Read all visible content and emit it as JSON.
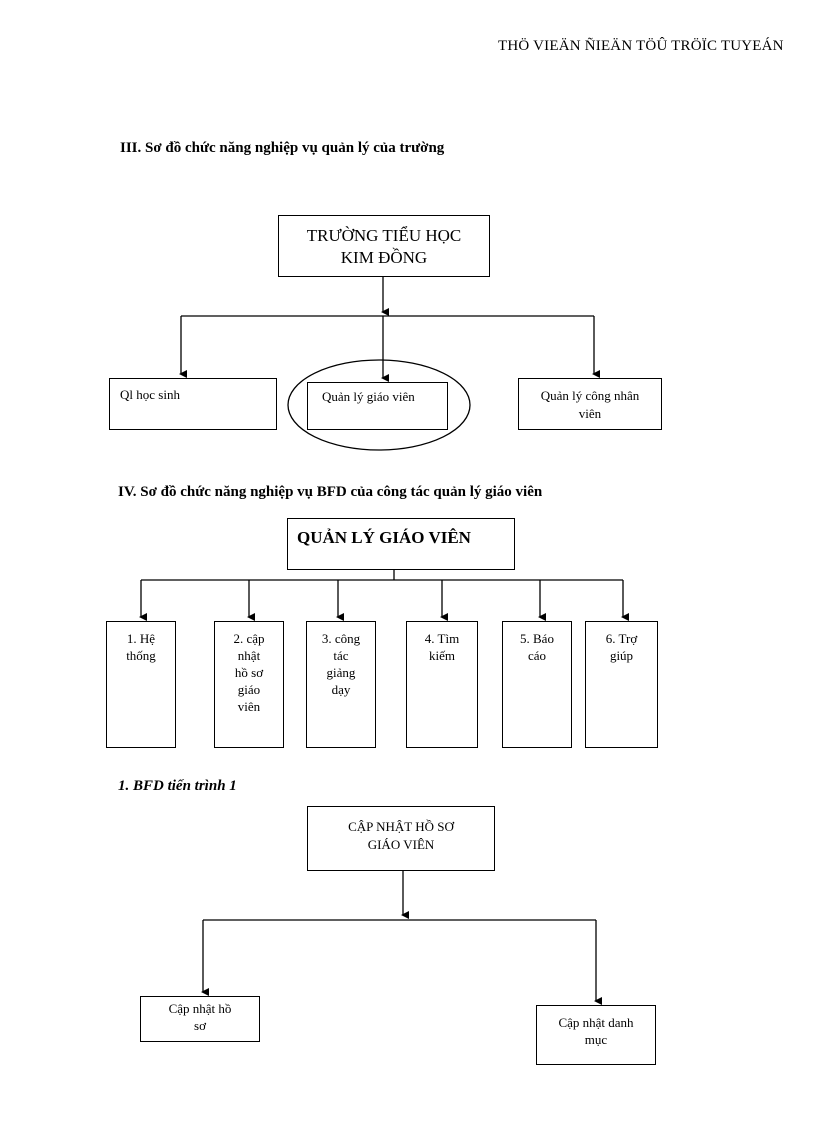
{
  "header": {
    "title": "THÖ VIEÄN ÑIEÄN TÖÛ TRÖÏC TUYEÁN"
  },
  "section3": {
    "heading": "III. Sơ đồ chức năng nghiệp vụ quản lý của trường",
    "root": {
      "line1": "TRƯỜNG TIỂU HỌC",
      "line2": "KIM ĐỒNG"
    },
    "children": [
      {
        "line1": "Ql  học sinh"
      },
      {
        "line1": "Quản lý giáo viên"
      },
      {
        "line1": "Quản lý công nhân",
        "line2": "viên"
      }
    ]
  },
  "section4": {
    "heading": "IV. Sơ đồ chức năng nghiệp vụ BFD của công tác quản lý giáo viên",
    "root": "QUẢN LÝ GIÁO VIÊN",
    "children": [
      {
        "lines": [
          "1. Hệ",
          "thống"
        ]
      },
      {
        "lines": [
          "2. cập",
          "nhật",
          "hồ sơ",
          "giáo",
          "viên"
        ]
      },
      {
        "lines": [
          "3. công",
          "tác",
          "giảng",
          "dạy"
        ]
      },
      {
        "lines": [
          "4. Tìm",
          "kiếm"
        ]
      },
      {
        "lines": [
          "5. Báo",
          "cáo"
        ]
      },
      {
        "lines": [
          "6. Trợ",
          "giúp"
        ]
      }
    ]
  },
  "section5": {
    "heading": "1. BFD tiến trình 1",
    "root": {
      "line1": "CẬP NHẬT HỒ SƠ",
      "line2": "GIÁO VIÊN"
    },
    "children": [
      {
        "line1": "Cập nhật hồ",
        "line2": "sơ"
      },
      {
        "line1": "Cập nhật danh",
        "line2": "mục"
      }
    ]
  }
}
